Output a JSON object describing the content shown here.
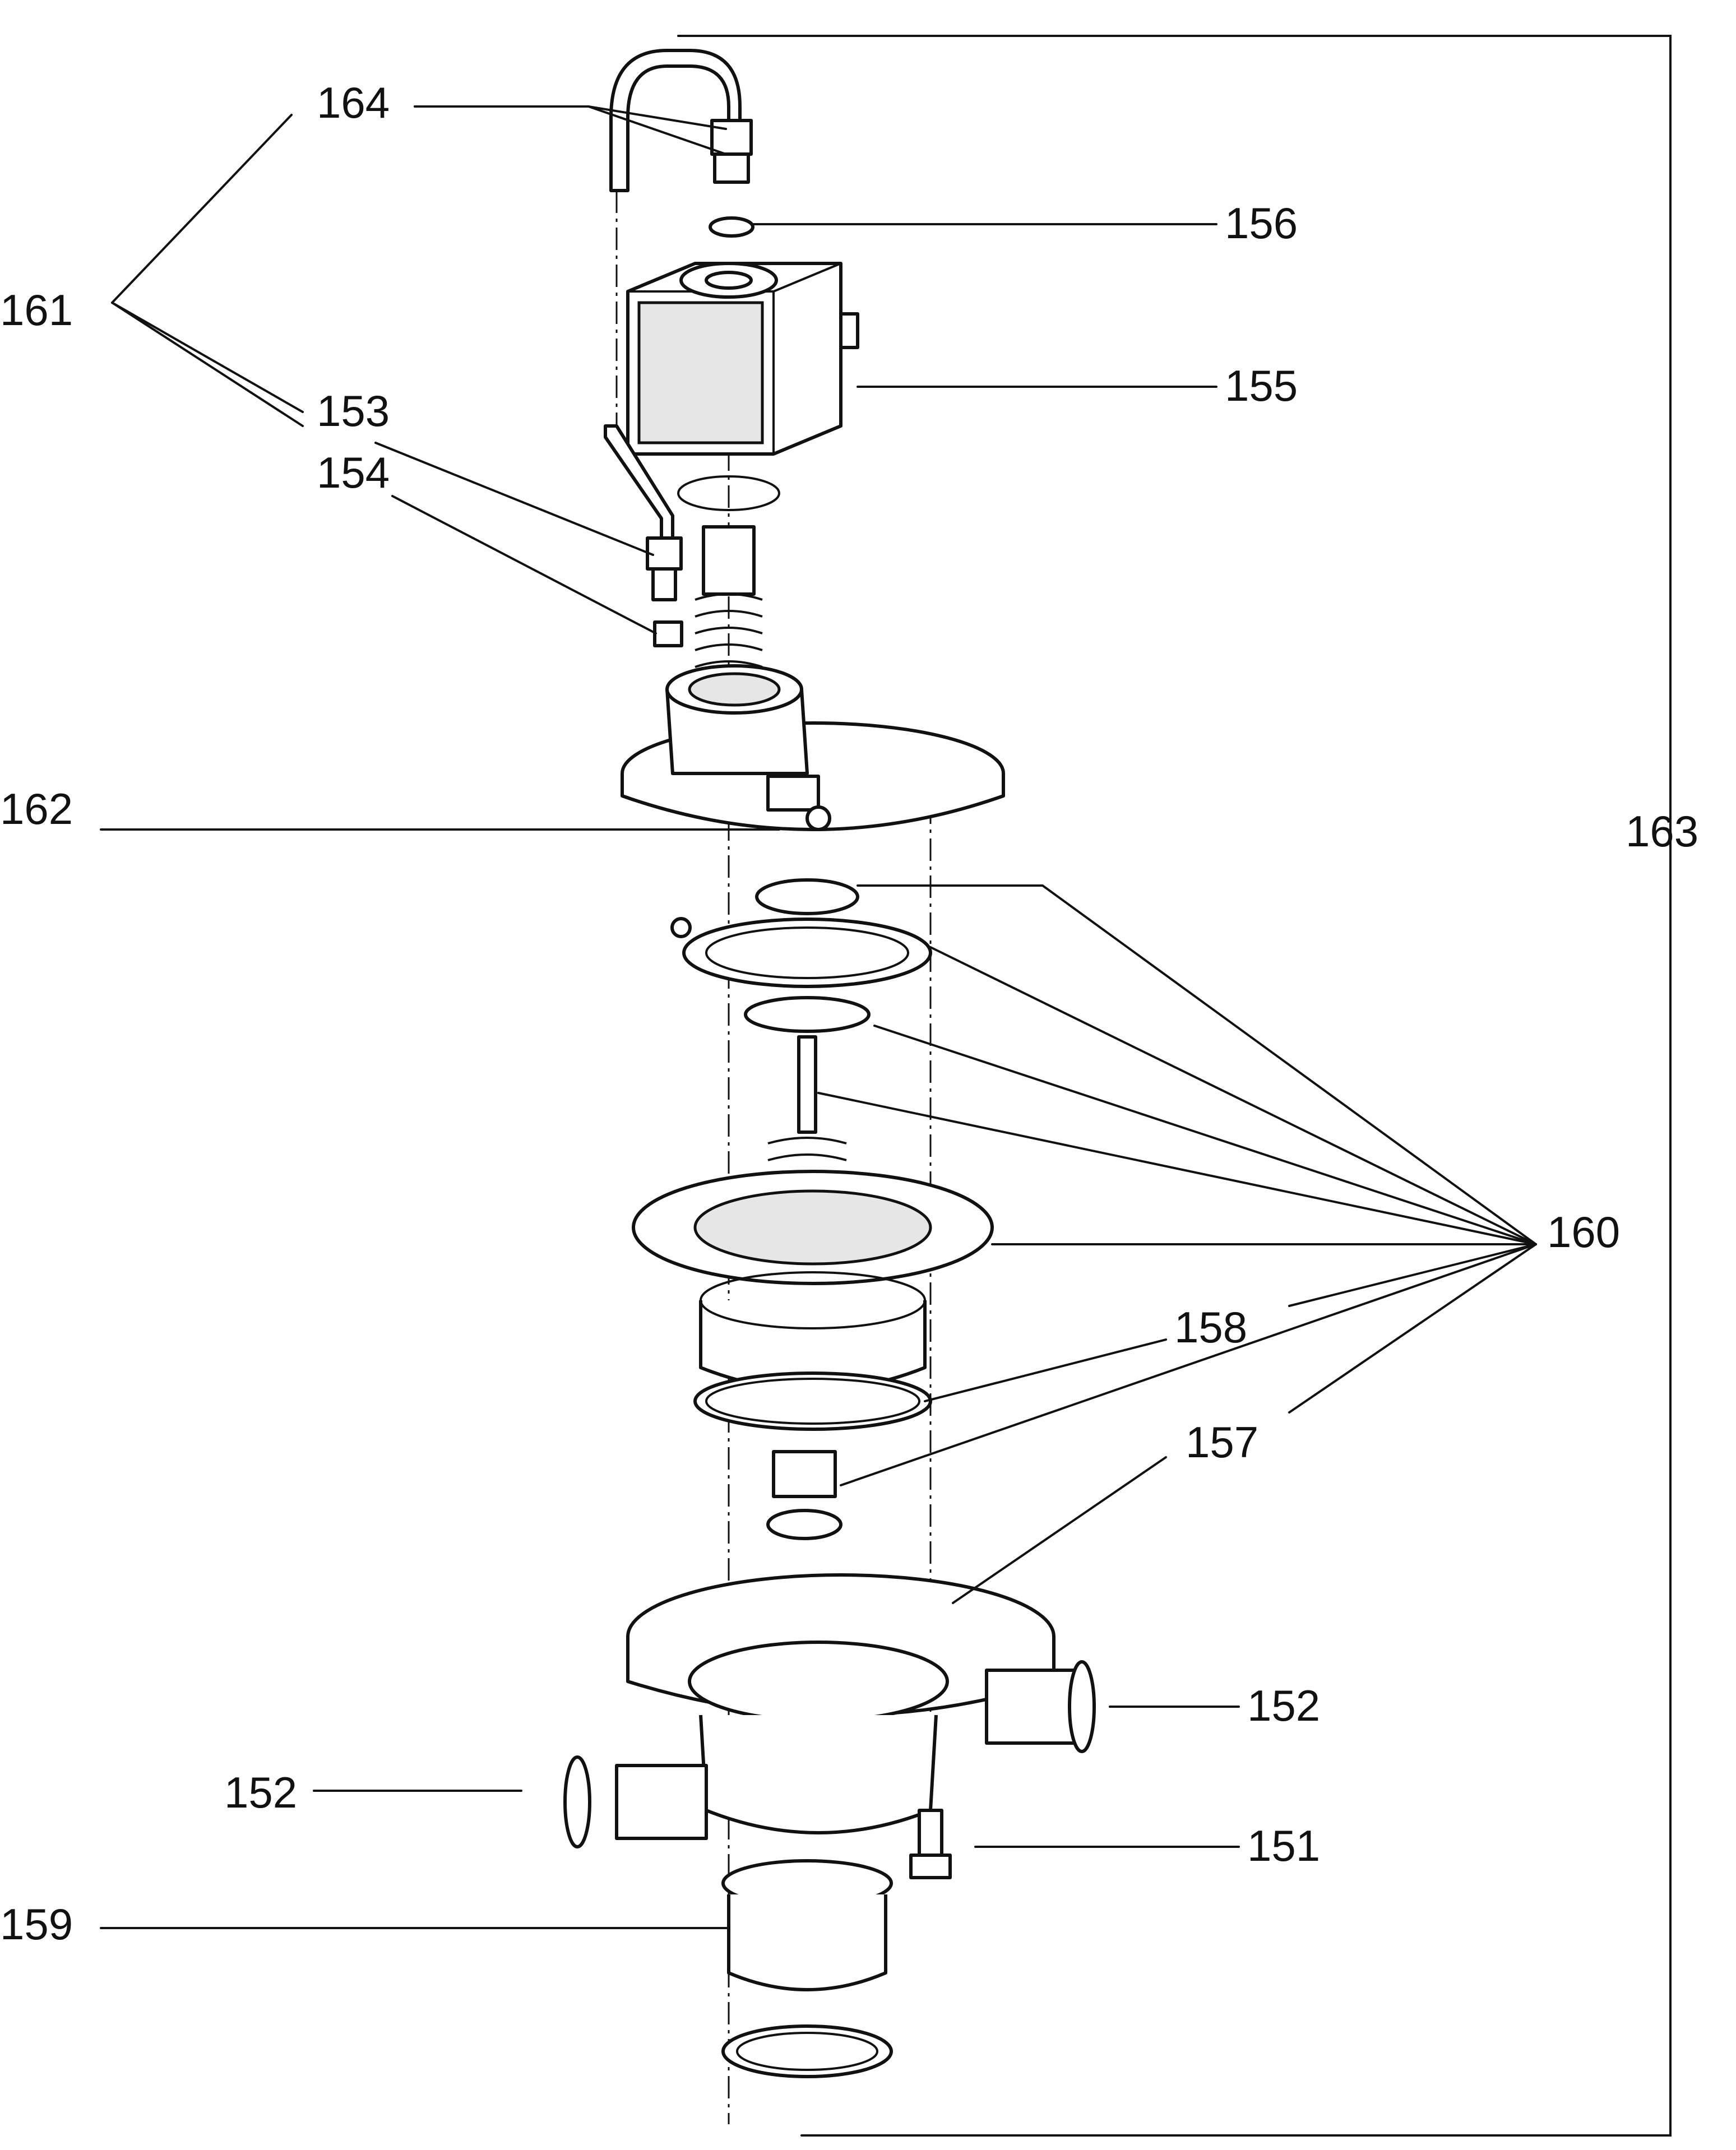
{
  "diagram": {
    "type": "exploded parts view",
    "callouts": [
      {
        "id": "callout-164",
        "text": "164"
      },
      {
        "id": "callout-161",
        "text": "161"
      },
      {
        "id": "callout-156",
        "text": "156"
      },
      {
        "id": "callout-155",
        "text": "155"
      },
      {
        "id": "callout-153",
        "text": "153"
      },
      {
        "id": "callout-154",
        "text": "154"
      },
      {
        "id": "callout-162",
        "text": "162"
      },
      {
        "id": "callout-163",
        "text": "163"
      },
      {
        "id": "callout-160",
        "text": "160"
      },
      {
        "id": "callout-158",
        "text": "158"
      },
      {
        "id": "callout-157",
        "text": "157"
      },
      {
        "id": "callout-152-right",
        "text": "152"
      },
      {
        "id": "callout-152-left",
        "text": "152"
      },
      {
        "id": "callout-151",
        "text": "151"
      },
      {
        "id": "callout-159",
        "text": "159"
      }
    ]
  },
  "colors": {
    "line": "#111111",
    "background": "#ffffff",
    "shade": "#e6e6e6"
  }
}
